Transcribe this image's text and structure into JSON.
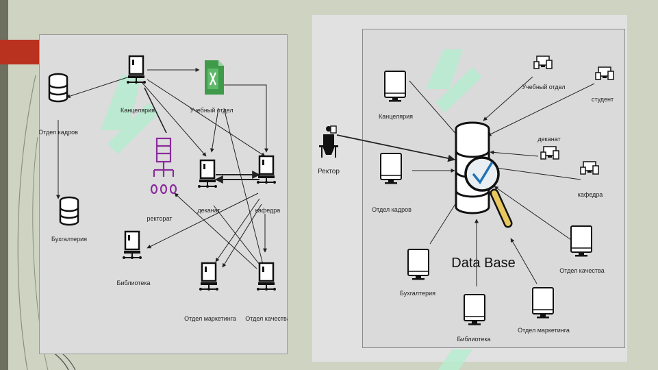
{
  "left_diagram": {
    "nodes": [
      {
        "id": "kanc",
        "label": "Канцелярия"
      },
      {
        "id": "ucheb",
        "label": "Учебный отдел"
      },
      {
        "id": "kadry",
        "label": "Отдел кадров"
      },
      {
        "id": "buh",
        "label": "Бухгалтерия"
      },
      {
        "id": "rektorat",
        "label": "ректорат"
      },
      {
        "id": "dekanat",
        "label": "деканат"
      },
      {
        "id": "kafedra",
        "label": "кафедра"
      },
      {
        "id": "biblio",
        "label": "Библиотека"
      },
      {
        "id": "marketing",
        "label": "Отдел маркетинга"
      },
      {
        "id": "kachestvo",
        "label": "Отдел качества"
      }
    ]
  },
  "right_diagram": {
    "center_label": "Data Base",
    "nodes": [
      {
        "id": "rektor",
        "label": "Ректор"
      },
      {
        "id": "kanc",
        "label": "Канцелярия"
      },
      {
        "id": "kadry",
        "label": "Отдел кадров"
      },
      {
        "id": "buh",
        "label": "Бухгалтерия"
      },
      {
        "id": "biblio",
        "label": "Библиотека"
      },
      {
        "id": "marketing",
        "label": "Отдел маркетинга"
      },
      {
        "id": "kachestvo",
        "label": "Отдел качества"
      },
      {
        "id": "kafedra",
        "label": "кафедра"
      },
      {
        "id": "dekanat",
        "label": "деканат"
      },
      {
        "id": "student",
        "label": "студент"
      },
      {
        "id": "ucheb",
        "label": "Учебный отдел"
      }
    ]
  },
  "colors": {
    "background": "#cfd3c2",
    "accent_red": "#b8321f",
    "watermark": "#b6ecd0",
    "excel_green": "#3f9a4a",
    "hierarchy_purple": "#8a2b9c",
    "magnifier_gold": "#e7c75e",
    "check_blue": "#1e73b8"
  }
}
